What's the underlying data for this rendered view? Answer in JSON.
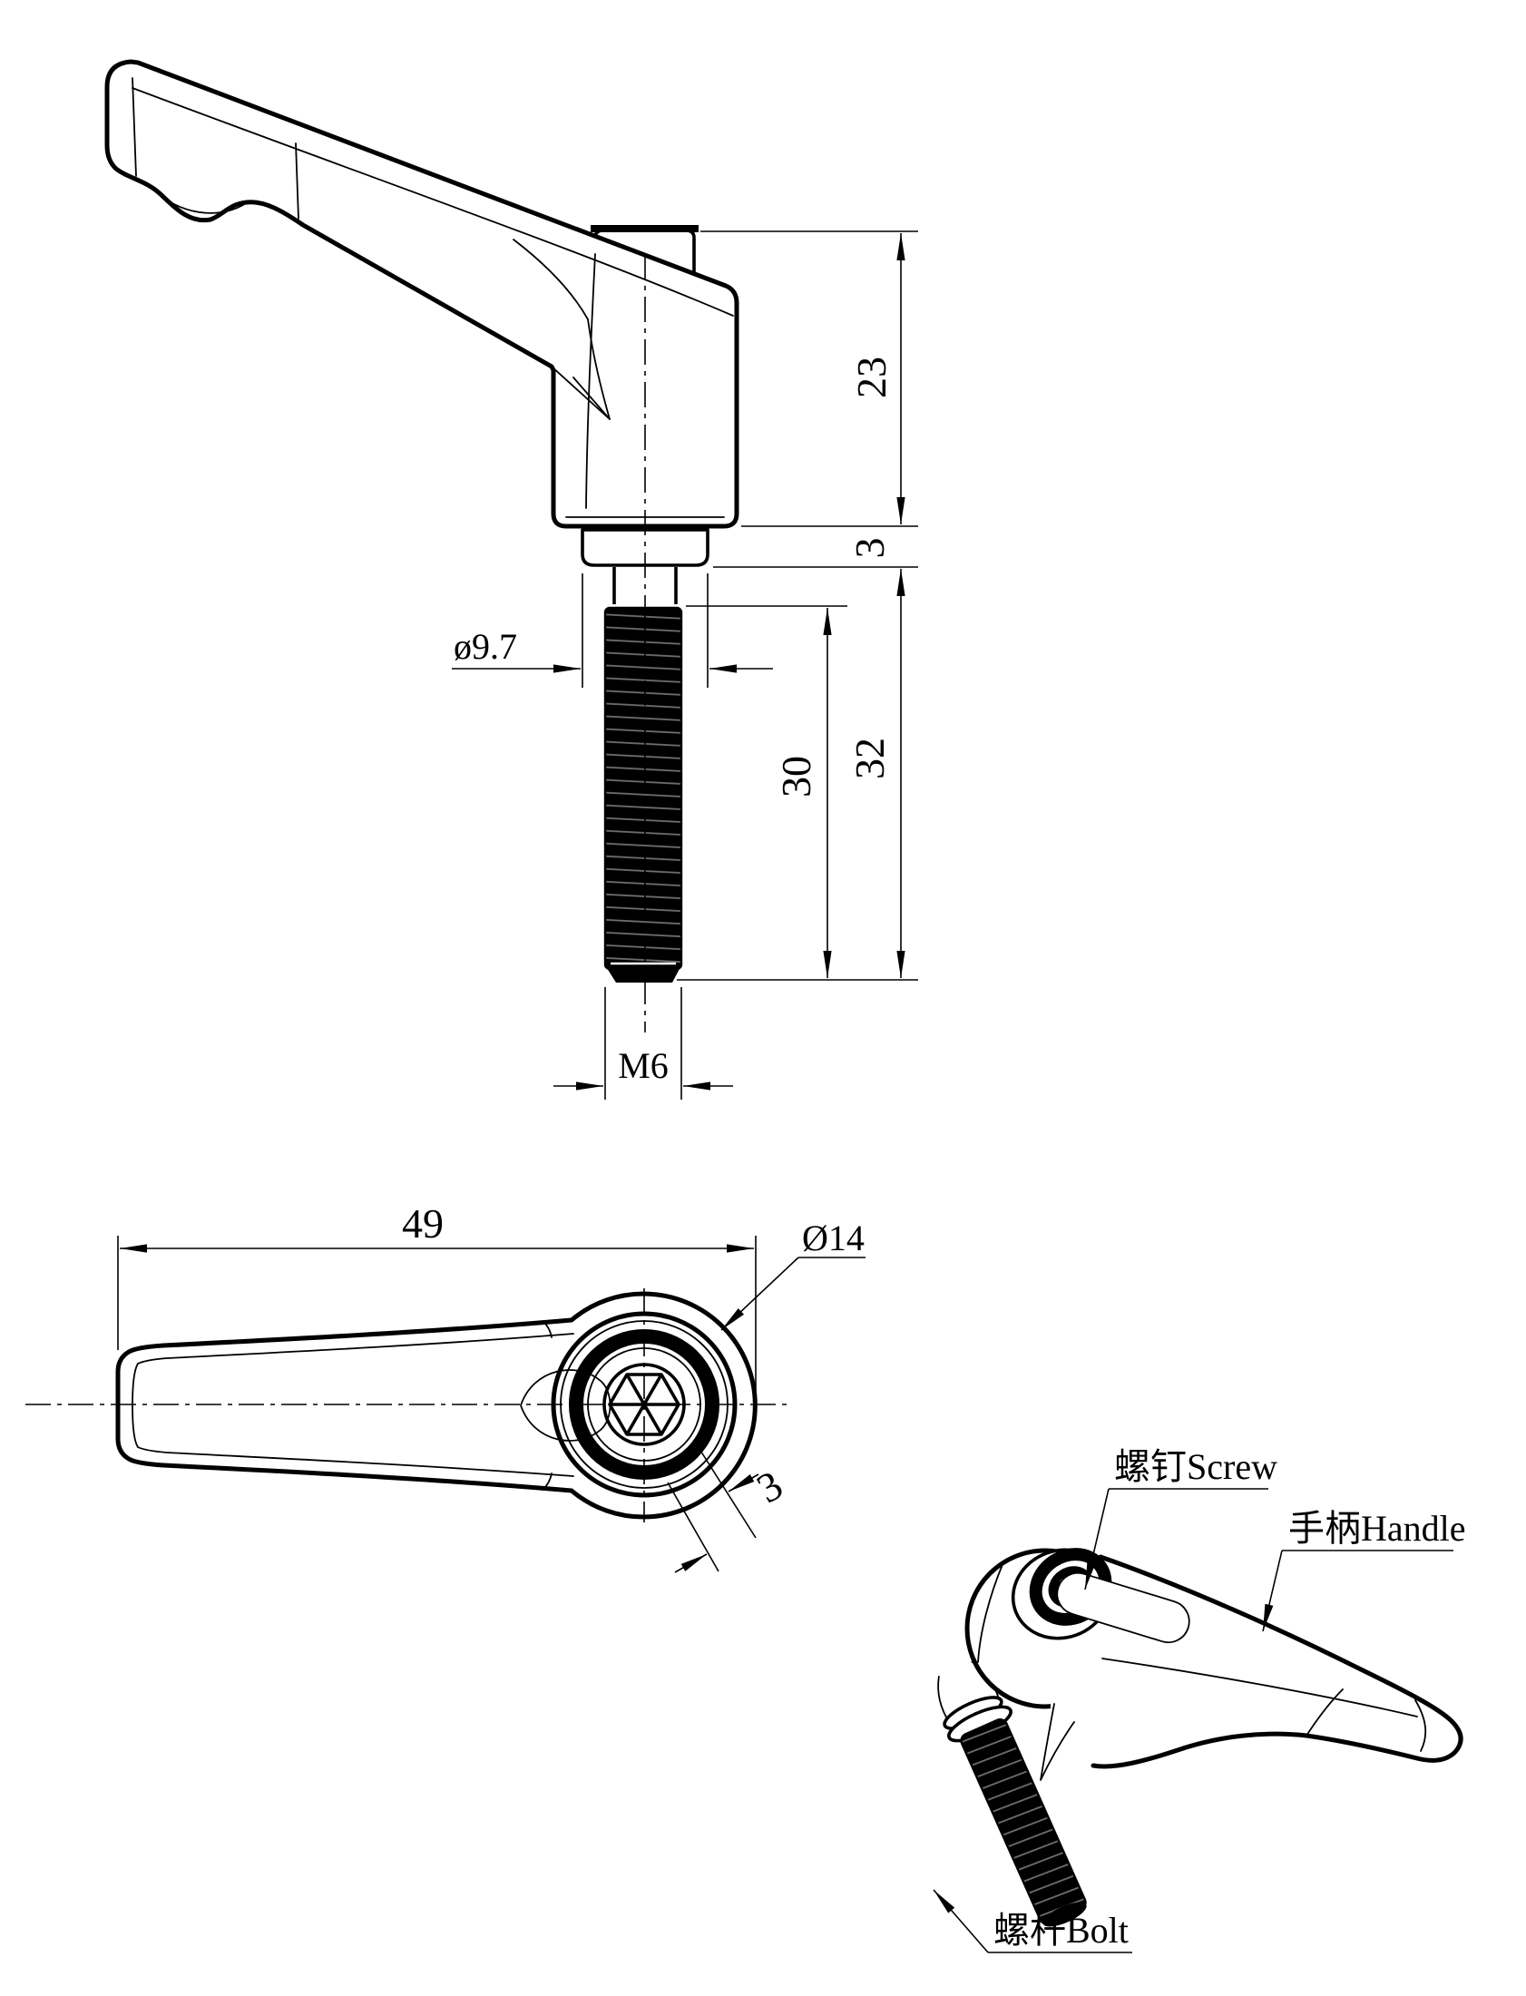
{
  "drawing": {
    "background": "#ffffff",
    "line_color": "#000000",
    "view_side": {
      "dims": {
        "hub_height": "23",
        "collar_height": "3",
        "stud_length": "32",
        "thread_length": "30",
        "collar_diameter": "ø9.7",
        "thread_spec": "M6"
      }
    },
    "view_top": {
      "dims": {
        "handle_length": "49",
        "hub_diameter": "Ø14",
        "chamfer": "3"
      }
    },
    "view_iso": {
      "labels": {
        "screw": "螺钉Screw",
        "handle": "手柄Handle",
        "bolt": "螺杆Bolt"
      }
    }
  }
}
